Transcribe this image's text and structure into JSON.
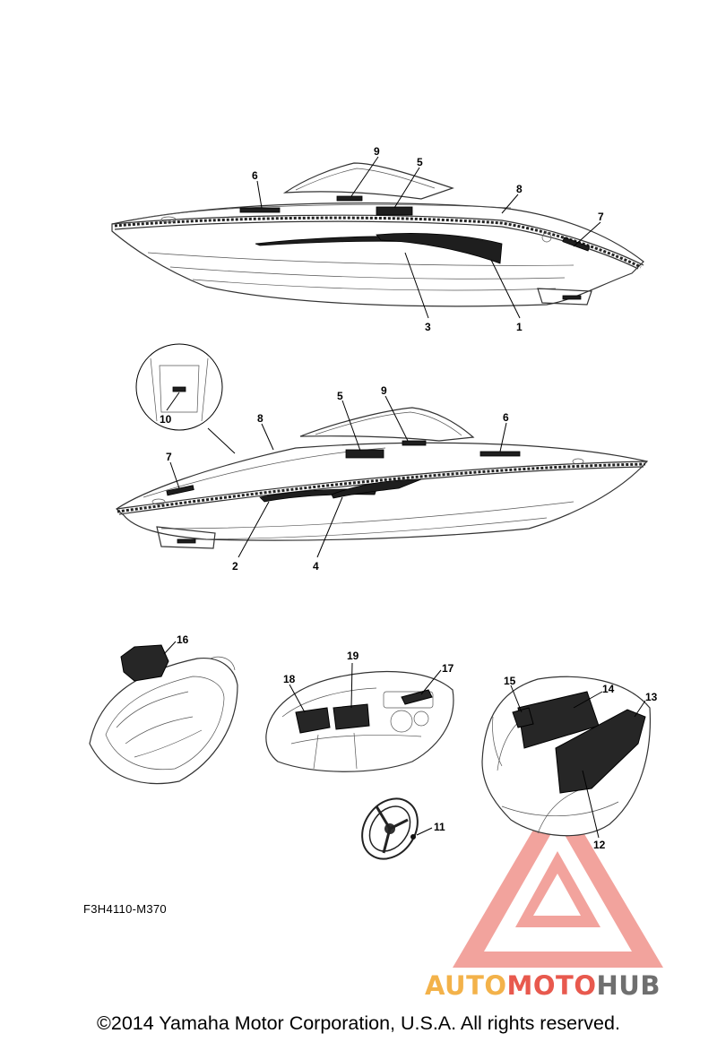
{
  "diagram": {
    "figure_code": "F3H4110-M370",
    "copyright": "©2014 Yamaha Motor Corporation, U.S.A. All rights reserved.",
    "watermark": {
      "part1": "AUTO",
      "part2": "MOTO",
      "part3": "HUB",
      "logo": "triangle-a-logo"
    },
    "colors": {
      "line": "#333333",
      "decal": "#1e1e1e",
      "watermark_red": "#e8594e",
      "watermark_orange": "#f3b24a",
      "watermark_gray": "#6f6f6f"
    },
    "callouts": {
      "c1": "1",
      "c2": "2",
      "c3": "3",
      "c4": "4",
      "c5": "5",
      "c6": "6",
      "c7": "7",
      "c8": "8",
      "c9": "9",
      "c10": "10",
      "c11": "11",
      "c12": "12",
      "c13": "13",
      "c14": "14",
      "c15": "15",
      "c16": "16",
      "c17": "17",
      "c18": "18",
      "c19": "19"
    }
  }
}
